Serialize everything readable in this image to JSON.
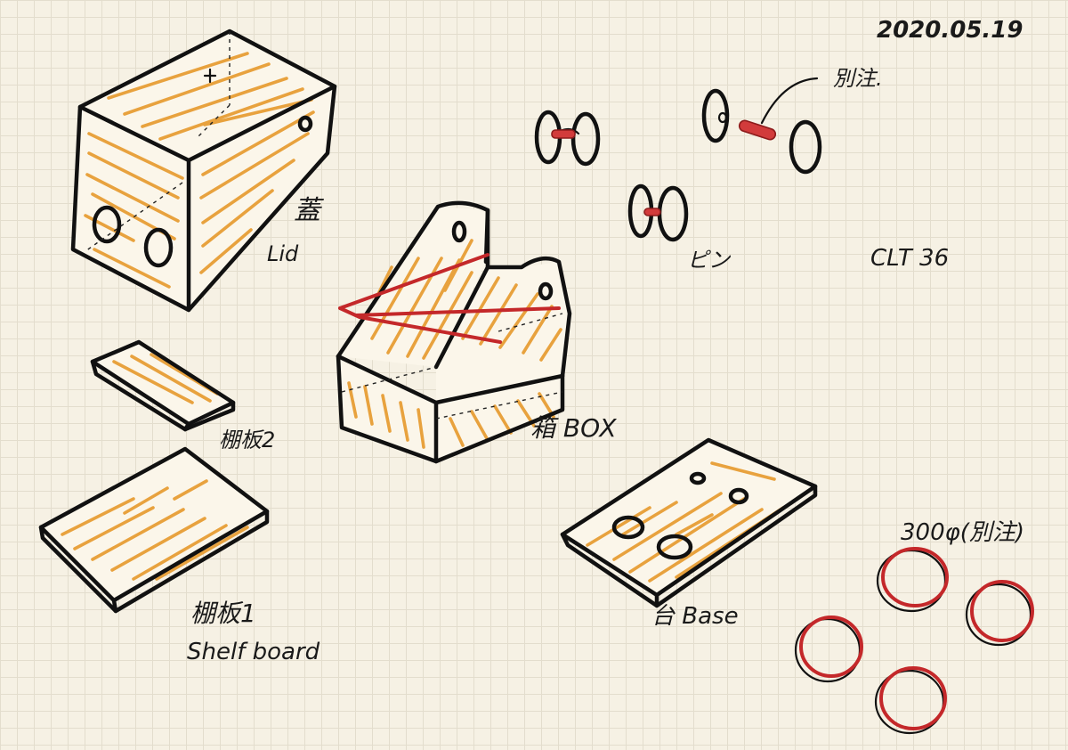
{
  "date": "2020.05.19",
  "material": "CLT 36",
  "labels": {
    "lid_ja": "蓋",
    "lid_en": "Lid",
    "box": "箱 BOX",
    "shelf2": "棚板2",
    "shelf1_ja": "棚板1",
    "shelf1_en": "Shelf board",
    "base": "台 Base",
    "pin": "ピン",
    "separate_note": "別注.",
    "disk_note": "300φ(別注)"
  },
  "colors": {
    "paper": "#f6f1e4",
    "grid": "#e3ddcd",
    "ink": "#111111",
    "wood_grain": "#e8a23e",
    "red_accent": "#c4282a"
  }
}
